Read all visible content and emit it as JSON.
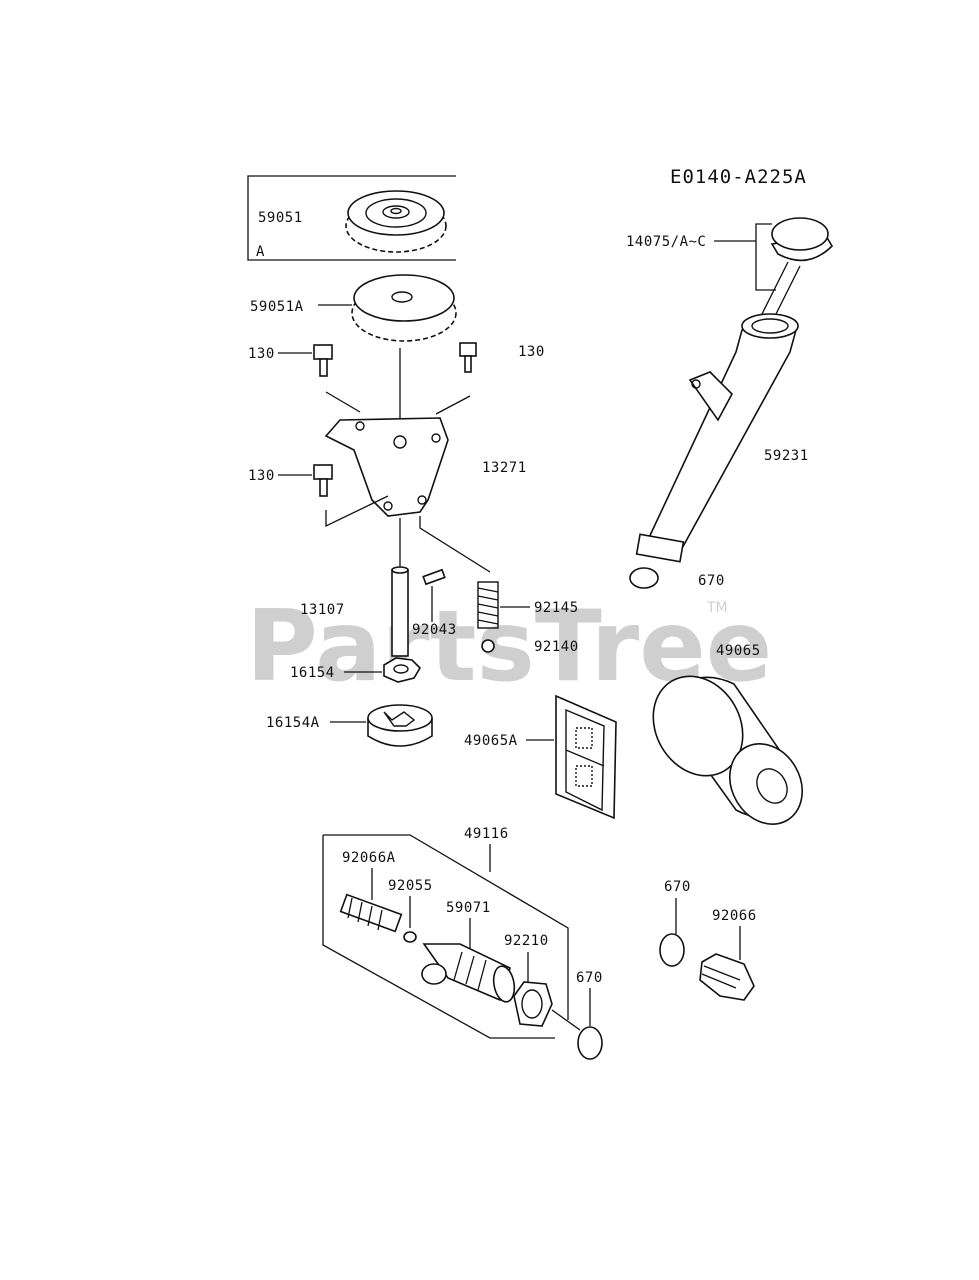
{
  "diagram": {
    "ref_code": "E0140-A225A",
    "watermark": "PartsTree",
    "trademark": "TM",
    "inset_variant": "A",
    "labels": {
      "p59051": "59051",
      "p59051A": "59051A",
      "p130a": "130",
      "p130b": "130",
      "p130c": "130",
      "p13271": "13271",
      "p13107": "13107",
      "p92043": "92043",
      "p92145": "92145",
      "p92140": "92140",
      "p16154": "16154",
      "p16154A": "16154A",
      "p14075": "14075/A~C",
      "p59231": "59231",
      "p670a": "670",
      "p49065": "49065",
      "p49065A": "49065A",
      "p49116": "49116",
      "p92066A": "92066A",
      "p92055": "92055",
      "p59071": "59071",
      "p92210": "92210",
      "p670b": "670",
      "p670c": "670",
      "p92066": "92066"
    }
  }
}
